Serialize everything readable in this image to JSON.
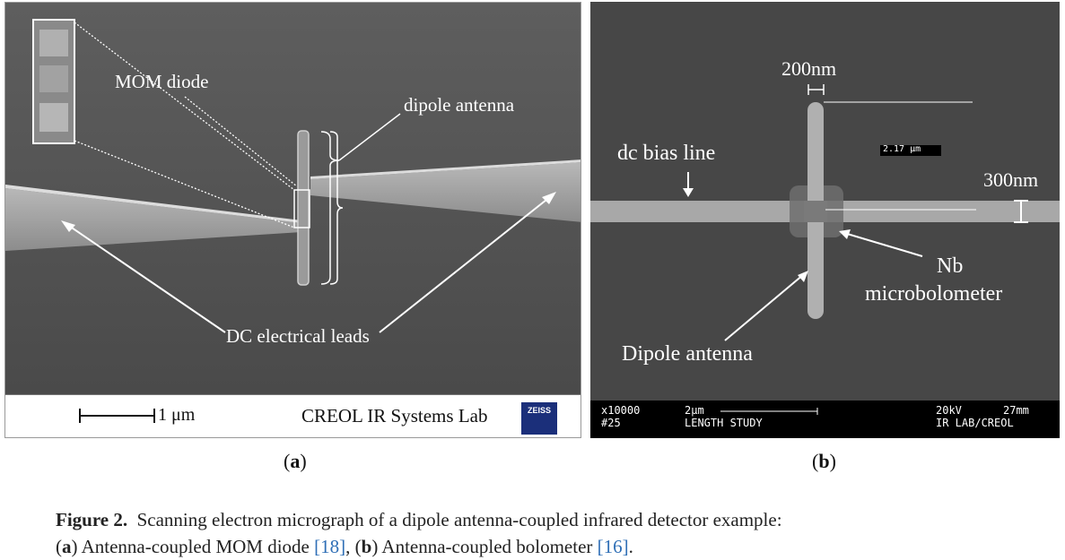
{
  "panel_a": {
    "annotations": {
      "mom_diode": "MOM diode",
      "dipole_antenna": "dipole antenna",
      "dc_leads": "DC electrical leads"
    },
    "scale_label": "1 μm",
    "lab_name": "CREOL IR Systems Lab",
    "logo_text": "ZEISS",
    "label": "a"
  },
  "panel_b": {
    "annotations": {
      "width_200": "200nm",
      "dc_bias_line": "dc bias line",
      "width_300": "300nm",
      "measure": "2.17 μm",
      "nb": "Nb",
      "microbolometer": "microbolometer",
      "dipole_antenna": "Dipole antenna"
    },
    "databar": {
      "magnification": "x10000",
      "sample": "#25",
      "scale": "2μm",
      "study": "LENGTH STUDY",
      "voltage": "20kV",
      "distance": "27mm",
      "lab": "IR LAB/CREOL"
    },
    "label": "b"
  },
  "caption": {
    "label": "Figure 2.",
    "text1": "Scanning electron micrograph of a dipole antenna-coupled infrared detector example:",
    "a_label": "a",
    "a_text": "Antenna-coupled MOM diode",
    "a_ref": "[18]",
    "b_label": "b",
    "b_text": "Antenna-coupled bolometer",
    "b_ref": "[16]"
  }
}
